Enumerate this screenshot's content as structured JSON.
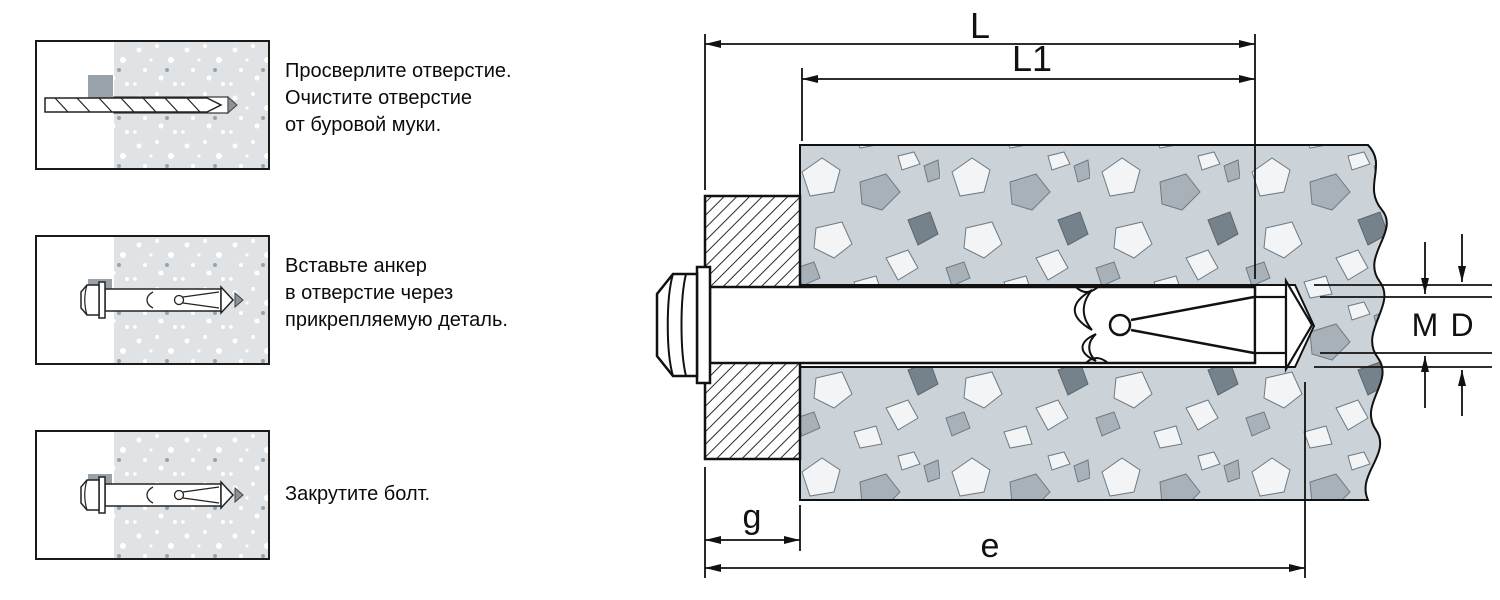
{
  "instructions": [
    {
      "lines": [
        "Просверлите отверстие.",
        "Очистите отверстие",
        "от буровой муки."
      ]
    },
    {
      "lines": [
        "Вставьте анкер",
        "в отверстие через",
        "прикрепляемую деталь."
      ]
    },
    {
      "lines": [
        "Закрутите болт."
      ]
    }
  ],
  "diagram": {
    "dimension_labels": {
      "L": "L",
      "L1": "L1",
      "M": "M",
      "D": "D",
      "g": "g",
      "e": "e"
    }
  },
  "colors": {
    "line": "#111111",
    "concrete_base": "#ccd3d8",
    "speckle_light": "#f2f4f6",
    "speckle_mid": "#a8b1b8",
    "speckle_dark": "#76828b",
    "thumb_concrete_base": "#dfe3e6",
    "gray_block": "#9aa2a9",
    "white": "#ffffff"
  }
}
